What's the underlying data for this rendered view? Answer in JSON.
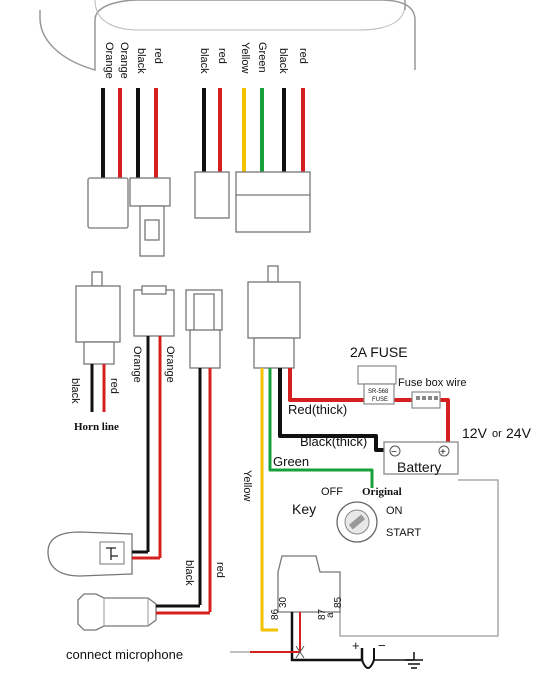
{
  "top_wire_labels": [
    "Orange",
    "Orange",
    "black",
    "red",
    "black",
    "red",
    "Yellow",
    "Green",
    "black",
    "red"
  ],
  "horn": {
    "wire_left": "black",
    "wire_right": "red",
    "caption": "Horn line"
  },
  "orange_connector": {
    "wire_left": "Orange",
    "wire_right": "Orange"
  },
  "mic_connector": {
    "wire_left": "black",
    "wire_right": "red",
    "caption": "connect microphone"
  },
  "main_harness": {
    "yellow_label": "Yellow",
    "green_label": "Green",
    "black_label": "Black(thick)",
    "red_label": "Red(thick)"
  },
  "fuse": {
    "title": "2A FUSE",
    "body_top": "SR-568",
    "body_bottom": "FUSE",
    "box_label": "Fuse box wire"
  },
  "battery": {
    "label": "Battery",
    "minus": "−",
    "plus": "+",
    "voltage_a": "12V",
    "voltage_or": "or",
    "voltage_b": "24V"
  },
  "key": {
    "label": "Key",
    "off": "OFF",
    "original": "Original",
    "on": "ON",
    "start": "START"
  },
  "relay": {
    "pins": [
      "30",
      "86",
      "87",
      "a",
      "85"
    ],
    "minus": "−",
    "plus": "+"
  },
  "colors": {
    "orange": "#e07a1a",
    "red": "#d62020",
    "black": "#111111",
    "yellow": "#f2c200",
    "green": "#18a03a",
    "gray": "#9a9a9a"
  }
}
